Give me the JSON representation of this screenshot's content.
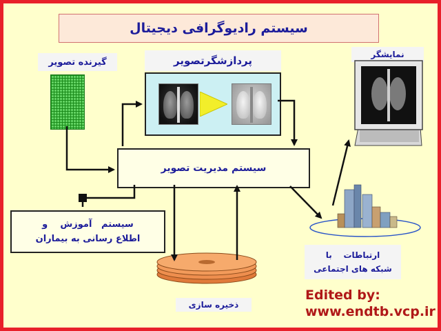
{
  "diagram": {
    "title": "سیستم رادیوگرافی دیجیتال",
    "nodes": {
      "image_receiver": "گیرنده تصویر",
      "image_processor": "پردازشگرتصویر",
      "monitor": "نمایشگر",
      "image_management": "سیستم مدیریت تصویر",
      "education_line1": "سیستم   آموزش    و",
      "education_line2": "اطلاع رسانی به بیماران",
      "network_line1": "ارتباطات    با",
      "network_line2": "شبکه های اجتماعی",
      "storage": "ذخیره سازی"
    }
  },
  "credit": {
    "line1": "Edited by:",
    "line2": "www.endtb.vcp.ir"
  },
  "colors": {
    "frame": "#e8202a",
    "background": "#ffffcc",
    "label_text": "#1c1c9a",
    "credit_text": "#b01818",
    "detector_green": "#62d262",
    "processor_fill": "#ccf0f3",
    "disk_orange": "#f29a5a",
    "arrow": "#111111"
  },
  "icons": [
    "flat-panel-detector-icon",
    "chest-xray-icon",
    "process-arrow-icon",
    "laptop-monitor-icon",
    "city-buildings-icon",
    "disk-stack-icon"
  ]
}
